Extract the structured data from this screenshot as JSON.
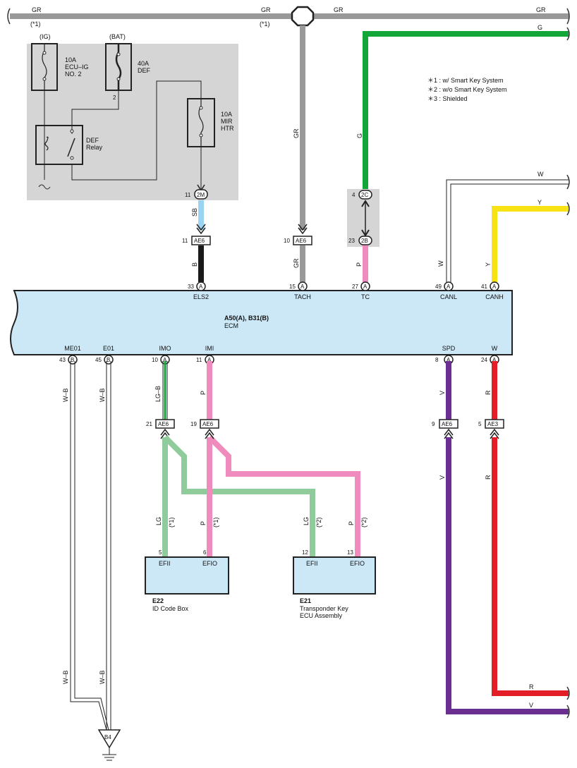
{
  "top_bus": {
    "wire_left": "GR",
    "note_left": "(*1)",
    "wire_mid": "GR",
    "note_mid": "(*1)",
    "wire_right1": "GR",
    "wire_right2": "GR",
    "g_wire_top": "G"
  },
  "relay_box": {
    "ig_label": "(IG)",
    "bat_label": "(BAT)",
    "fuse1_amp": "10A",
    "fuse1_name1": "ECU–IG",
    "fuse1_name2": "NO. 2",
    "fuse2_amp": "40A",
    "fuse2_name": "DEF",
    "fuse3_amp": "10A",
    "fuse3_name1": "MIR",
    "fuse3_name2": "HTR",
    "relay_name1": "DEF",
    "relay_name2": "Relay",
    "pin2": "2",
    "conn_2m_pin": "11",
    "conn_2m": "2M"
  },
  "notes": {
    "n1": "＊1 : w/ Smart Key System",
    "n2": "＊2 : w/o Smart Key System",
    "n3": "＊3 : Shielded"
  },
  "wires": {
    "sb": "SB",
    "b": "B",
    "gr_vert": "GR",
    "gr_vert2": "GR",
    "g_vert": "G",
    "p_tc": "P",
    "w_right": "W",
    "w_canl": "W",
    "y_right": "Y",
    "y_canh": "Y",
    "wb1": "W–B",
    "wb2": "W–B",
    "wb3": "W–B",
    "wb4": "W–B",
    "lgb": "LG–B",
    "p_imi": "P",
    "v_spd": "V",
    "r_w": "R",
    "v_spd2": "V",
    "r_w2": "R",
    "lg1": "LG",
    "lg1_note": "(*1)",
    "p1": "P",
    "p1_note": "(*1)",
    "lg2": "LG",
    "lg2_note": "(*2)",
    "p2": "P",
    "p2_note": "(*2)",
    "r_bottom": "R",
    "v_bottom": "V"
  },
  "connectors": {
    "ae6_els": {
      "pin": "11",
      "name": "AE6"
    },
    "ae6_tach": {
      "pin": "10",
      "name": "AE6"
    },
    "c2c": {
      "pin": "4",
      "name": "2C"
    },
    "c2b": {
      "pin": "23",
      "name": "2B"
    },
    "ae6_imo": {
      "pin": "21",
      "name": "AE6"
    },
    "ae6_imi": {
      "pin": "19",
      "name": "AE6"
    },
    "ae6_spd": {
      "pin": "9",
      "name": "AE6"
    },
    "ae3_w": {
      "pin": "5",
      "name": "AE3"
    }
  },
  "ecm": {
    "name_bold": "A50(A), B31(B)",
    "name": "ECM",
    "top_pins": [
      {
        "pin": "33",
        "conn": "A",
        "label": "ELS2"
      },
      {
        "pin": "15",
        "conn": "A",
        "label": "TACH"
      },
      {
        "pin": "27",
        "conn": "A",
        "label": "TC"
      },
      {
        "pin": "49",
        "conn": "A",
        "label": "CANL"
      },
      {
        "pin": "41",
        "conn": "A",
        "label": "CANH"
      }
    ],
    "bottom_pins": [
      {
        "pin": "43",
        "conn": "B",
        "label": "ME01"
      },
      {
        "pin": "45",
        "conn": "B",
        "label": "E01"
      },
      {
        "pin": "10",
        "conn": "A",
        "label": "IMO"
      },
      {
        "pin": "11",
        "conn": "A",
        "label": "IMI"
      },
      {
        "pin": "8",
        "conn": "A",
        "label": "SPD"
      },
      {
        "pin": "24",
        "conn": "A",
        "label": "W"
      }
    ]
  },
  "e22": {
    "pin_a": "5",
    "pin_b": "6",
    "term_a": "EFII",
    "term_b": "EFIO",
    "code": "E22",
    "name": "ID Code Box"
  },
  "e21": {
    "pin_a": "12",
    "pin_b": "13",
    "term_a": "EFII",
    "term_b": "EFIO",
    "code": "E21",
    "name1": "Transponder Key",
    "name2": "ECU Assembly"
  },
  "ground": {
    "name": "B4"
  },
  "colors": {
    "gray_wire": "#999999",
    "green": "#12a538",
    "sky_blue": "#9dd3f2",
    "black": "#1a1a1a",
    "pink": "#ef8bbd",
    "light_green": "#8fcb9b",
    "yellow": "#f7e214",
    "purple": "#6a2f91",
    "red": "#e41e26",
    "ecm_fill": "#cce8f7",
    "gray_box": "#d5d5d5"
  }
}
